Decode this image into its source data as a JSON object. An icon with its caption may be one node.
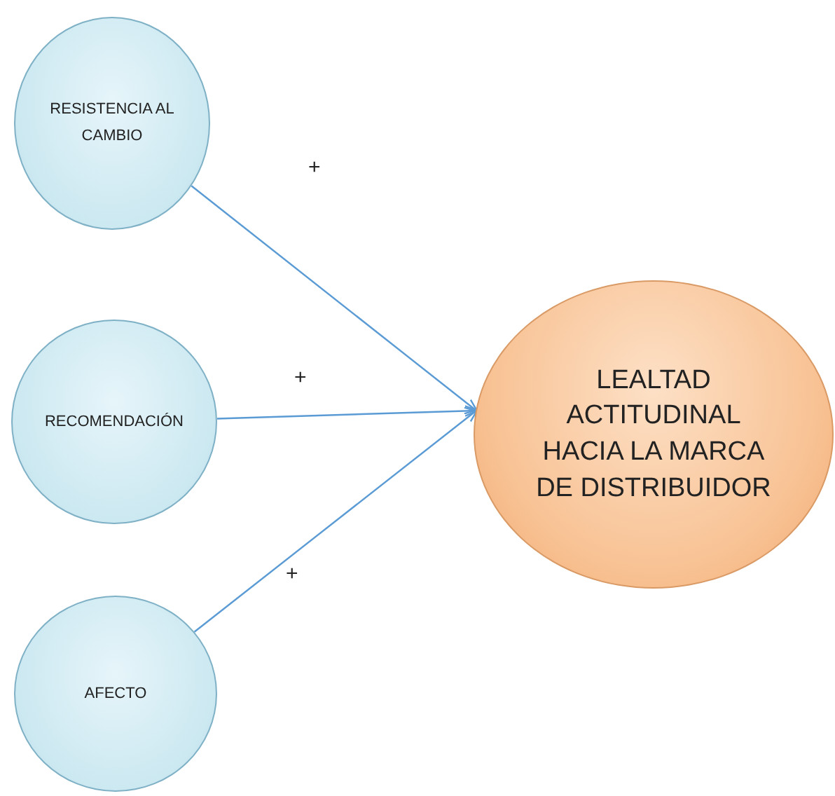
{
  "diagram": {
    "nodes": [
      {
        "text": [
          "RESISTENCIA AL CAMBIO"
        ]
      },
      {
        "text": [
          "RECOMENDACIÓN"
        ]
      },
      {
        "text": [
          "AFECTO"
        ]
      },
      {
        "text": [
          "LEALTAD ACTITUDINAL HACIA LA MARCA DE DISTRIBUIDOR"
        ]
      }
    ],
    "edges": [
      {
        "from": 0,
        "to": 3,
        "arrow": "to",
        "label": "+"
      },
      {
        "from": 1,
        "to": 3,
        "arrow": "to",
        "label": "+"
      },
      {
        "from": 2,
        "to": 3,
        "arrow": "to",
        "label": "+"
      }
    ]
  }
}
